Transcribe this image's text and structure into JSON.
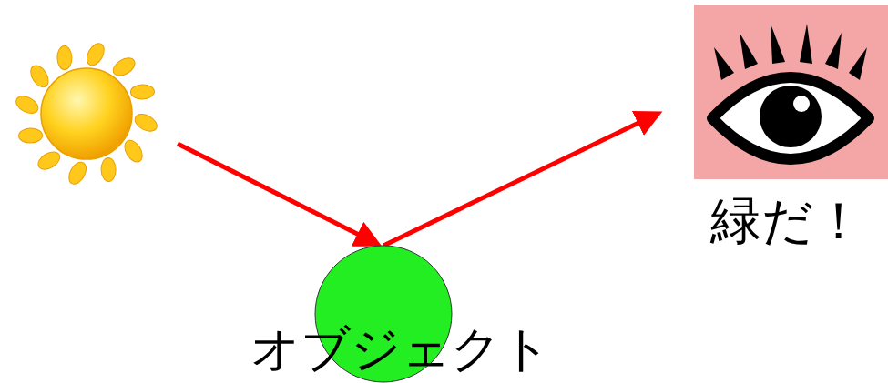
{
  "diagram": {
    "nodes": [
      {
        "text": [
          "オブジェクト"
        ]
      },
      {
        "text": [
          "緑だ！"
        ]
      }
    ],
    "edges": [
      {
        "from": 0,
        "to": 1,
        "arrow": "to"
      }
    ]
  }
}
